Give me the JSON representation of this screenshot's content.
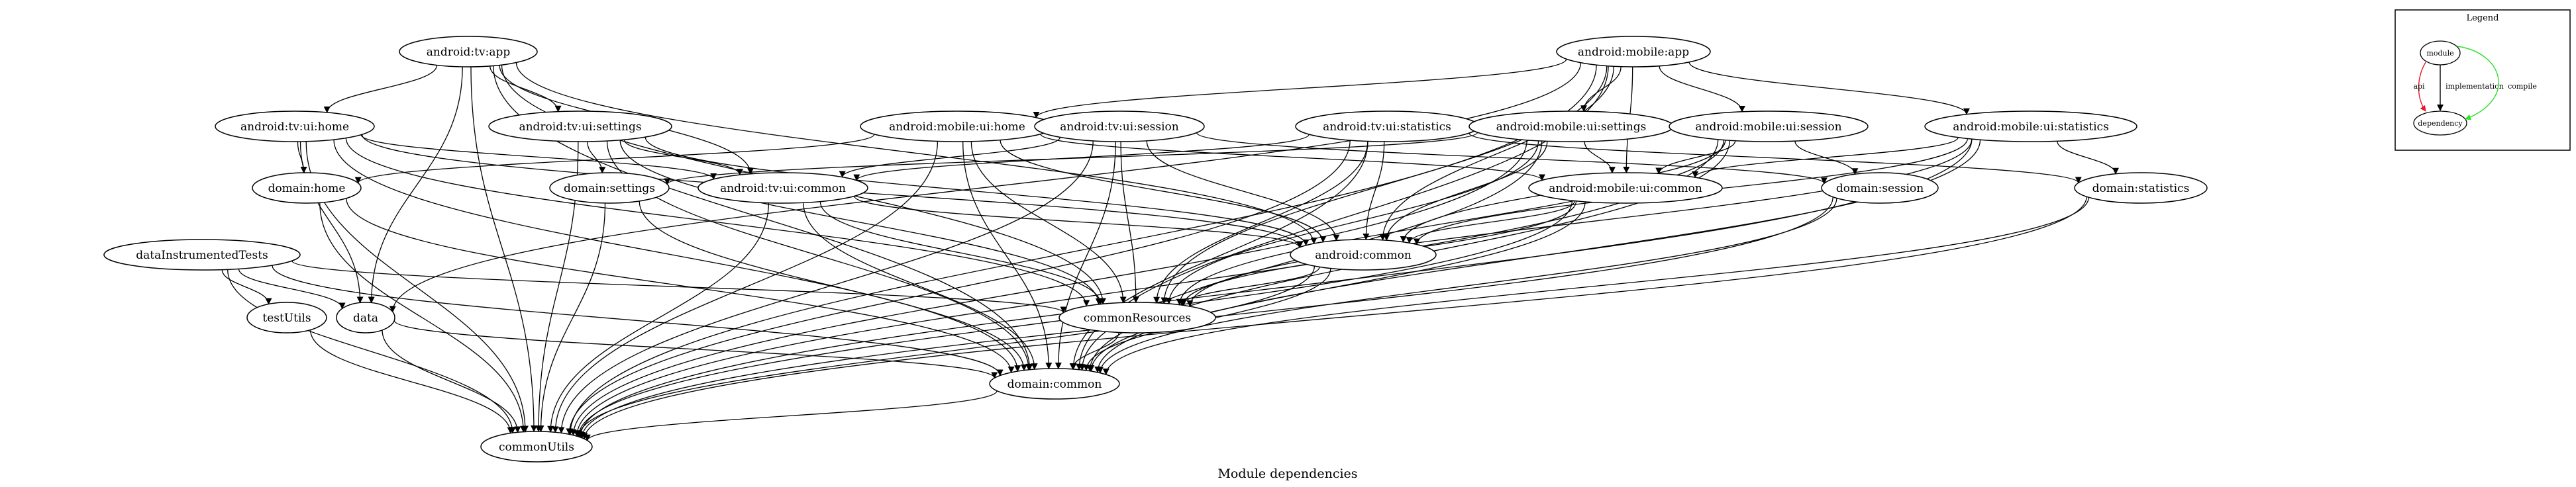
{
  "caption": "Module dependencies",
  "legend": {
    "title": "Legend",
    "module_label": "module",
    "dependency_label": "dependency",
    "edges": [
      {
        "label": "api",
        "color": "#e8162b"
      },
      {
        "label": "implementation",
        "color": "#000000"
      },
      {
        "label": "compile",
        "color": "#2ee02e"
      }
    ]
  },
  "nodes": [
    {
      "id": "tvApp",
      "label": "android:tv:app"
    },
    {
      "id": "mobileApp",
      "label": "android:mobile:app"
    },
    {
      "id": "tvUiHome",
      "label": "android:tv:ui:home"
    },
    {
      "id": "tvUiSettings",
      "label": "android:tv:ui:settings"
    },
    {
      "id": "mobileUiHome",
      "label": "android:mobile:ui:home"
    },
    {
      "id": "tvUiSession",
      "label": "android:tv:ui:session"
    },
    {
      "id": "tvUiStatistics",
      "label": "android:tv:ui:statistics"
    },
    {
      "id": "mobileUiSettings",
      "label": "android:mobile:ui:settings"
    },
    {
      "id": "mobileUiSession",
      "label": "android:mobile:ui:session"
    },
    {
      "id": "mobileUiStatistics",
      "label": "android:mobile:ui:statistics"
    },
    {
      "id": "domainHome",
      "label": "domain:home"
    },
    {
      "id": "domainSettings",
      "label": "domain:settings"
    },
    {
      "id": "tvUiCommon",
      "label": "android:tv:ui:common"
    },
    {
      "id": "mobileUiCommon",
      "label": "android:mobile:ui:common"
    },
    {
      "id": "domainSession",
      "label": "domain:session"
    },
    {
      "id": "domainStatistics",
      "label": "domain:statistics"
    },
    {
      "id": "dataInstrumentedTests",
      "label": "dataInstrumentedTests"
    },
    {
      "id": "androidCommon",
      "label": "android:common"
    },
    {
      "id": "testUtils",
      "label": "testUtils"
    },
    {
      "id": "data",
      "label": "data"
    },
    {
      "id": "commonResources",
      "label": "commonResources"
    },
    {
      "id": "domainCommon",
      "label": "domain:common"
    },
    {
      "id": "commonUtils",
      "label": "commonUtils"
    }
  ],
  "edges": [
    [
      "tvApp",
      "tvUiHome"
    ],
    [
      "tvApp",
      "tvUiSettings"
    ],
    [
      "tvApp",
      "tvUiCommon"
    ],
    [
      "tvApp",
      "androidCommon"
    ],
    [
      "tvApp",
      "commonResources"
    ],
    [
      "tvApp",
      "data"
    ],
    [
      "tvApp",
      "domainCommon"
    ],
    [
      "tvApp",
      "commonUtils"
    ],
    [
      "mobileApp",
      "mobileUiHome"
    ],
    [
      "mobileApp",
      "mobileUiSettings"
    ],
    [
      "mobileApp",
      "mobileUiSession"
    ],
    [
      "mobileApp",
      "mobileUiStatistics"
    ],
    [
      "mobileApp",
      "mobileUiCommon"
    ],
    [
      "mobileApp",
      "androidCommon"
    ],
    [
      "mobileApp",
      "commonResources"
    ],
    [
      "mobileApp",
      "data"
    ],
    [
      "mobileApp",
      "domainCommon"
    ],
    [
      "mobileApp",
      "commonUtils"
    ],
    [
      "tvUiHome",
      "domainHome"
    ],
    [
      "tvUiHome",
      "tvUiCommon"
    ],
    [
      "tvUiHome",
      "androidCommon"
    ],
    [
      "tvUiHome",
      "commonResources"
    ],
    [
      "tvUiHome",
      "domainCommon"
    ],
    [
      "tvUiHome",
      "commonUtils"
    ],
    [
      "tvUiHome",
      "data"
    ],
    [
      "tvUiSettings",
      "domainSettings"
    ],
    [
      "tvUiSettings",
      "tvUiCommon"
    ],
    [
      "tvUiSettings",
      "androidCommon"
    ],
    [
      "tvUiSettings",
      "commonResources"
    ],
    [
      "tvUiSettings",
      "domainCommon"
    ],
    [
      "tvUiSettings",
      "commonUtils"
    ],
    [
      "mobileUiHome",
      "domainHome"
    ],
    [
      "mobileUiHome",
      "mobileUiCommon"
    ],
    [
      "mobileUiHome",
      "androidCommon"
    ],
    [
      "mobileUiHome",
      "commonResources"
    ],
    [
      "mobileUiHome",
      "domainCommon"
    ],
    [
      "mobileUiHome",
      "commonUtils"
    ],
    [
      "tvUiSession",
      "domainSession"
    ],
    [
      "tvUiSession",
      "tvUiCommon"
    ],
    [
      "tvUiSession",
      "androidCommon"
    ],
    [
      "tvUiSession",
      "commonResources"
    ],
    [
      "tvUiSession",
      "domainCommon"
    ],
    [
      "tvUiSession",
      "commonUtils"
    ],
    [
      "tvUiStatistics",
      "domainStatistics"
    ],
    [
      "tvUiStatistics",
      "tvUiCommon"
    ],
    [
      "tvUiStatistics",
      "androidCommon"
    ],
    [
      "tvUiStatistics",
      "commonResources"
    ],
    [
      "tvUiStatistics",
      "domainCommon"
    ],
    [
      "tvUiStatistics",
      "commonUtils"
    ],
    [
      "mobileUiSettings",
      "domainSettings"
    ],
    [
      "mobileUiSettings",
      "mobileUiCommon"
    ],
    [
      "mobileUiSettings",
      "androidCommon"
    ],
    [
      "mobileUiSettings",
      "commonResources"
    ],
    [
      "mobileUiSettings",
      "domainCommon"
    ],
    [
      "mobileUiSettings",
      "commonUtils"
    ],
    [
      "mobileUiSession",
      "domainSession"
    ],
    [
      "mobileUiSession",
      "mobileUiCommon"
    ],
    [
      "mobileUiSession",
      "androidCommon"
    ],
    [
      "mobileUiSession",
      "commonResources"
    ],
    [
      "mobileUiSession",
      "domainCommon"
    ],
    [
      "mobileUiSession",
      "commonUtils"
    ],
    [
      "mobileUiStatistics",
      "domainStatistics"
    ],
    [
      "mobileUiStatistics",
      "mobileUiCommon"
    ],
    [
      "mobileUiStatistics",
      "androidCommon"
    ],
    [
      "mobileUiStatistics",
      "commonResources"
    ],
    [
      "mobileUiStatistics",
      "domainCommon"
    ],
    [
      "mobileUiStatistics",
      "commonUtils"
    ],
    [
      "domainHome",
      "domainCommon"
    ],
    [
      "domainHome",
      "commonUtils"
    ],
    [
      "domainSettings",
      "domainCommon"
    ],
    [
      "domainSettings",
      "commonUtils"
    ],
    [
      "tvUiCommon",
      "androidCommon"
    ],
    [
      "tvUiCommon",
      "commonResources"
    ],
    [
      "tvUiCommon",
      "domainCommon"
    ],
    [
      "tvUiCommon",
      "commonUtils"
    ],
    [
      "mobileUiCommon",
      "androidCommon"
    ],
    [
      "mobileUiCommon",
      "commonResources"
    ],
    [
      "mobileUiCommon",
      "domainCommon"
    ],
    [
      "mobileUiCommon",
      "commonUtils"
    ],
    [
      "domainSession",
      "domainCommon"
    ],
    [
      "domainSession",
      "commonUtils"
    ],
    [
      "domainStatistics",
      "domainCommon"
    ],
    [
      "domainStatistics",
      "commonUtils"
    ],
    [
      "dataInstrumentedTests",
      "testUtils"
    ],
    [
      "dataInstrumentedTests",
      "data"
    ],
    [
      "dataInstrumentedTests",
      "domainCommon"
    ],
    [
      "dataInstrumentedTests",
      "commonResources"
    ],
    [
      "dataInstrumentedTests",
      "commonUtils"
    ],
    [
      "androidCommon",
      "commonResources"
    ],
    [
      "androidCommon",
      "domainCommon"
    ],
    [
      "androidCommon",
      "commonUtils"
    ],
    [
      "testUtils",
      "commonUtils"
    ],
    [
      "data",
      "domainCommon"
    ],
    [
      "data",
      "commonUtils"
    ],
    [
      "commonResources",
      "domainCommon"
    ],
    [
      "domainCommon",
      "commonUtils"
    ]
  ]
}
